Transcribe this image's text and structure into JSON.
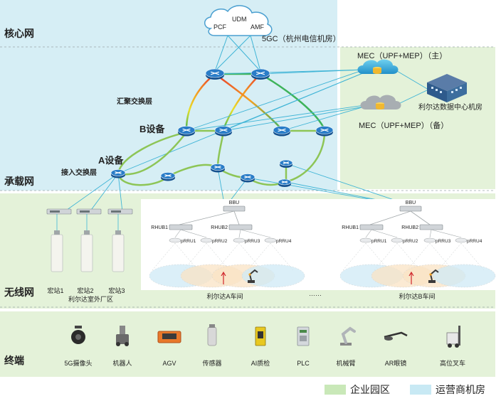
{
  "layers": {
    "core": "核心网",
    "transport": "承载网",
    "wireless": "无线网",
    "terminal": "终端"
  },
  "core": {
    "cloud": {
      "udm": "UDM",
      "pcf": "PCF",
      "amf": "AMF"
    },
    "caption": "5GC（杭州电信机房）"
  },
  "transport": {
    "aggregation": "汇聚交换层",
    "b_device": "B设备",
    "a_device": "A设备",
    "access": "接入交换层"
  },
  "mec": {
    "primary": "MEC（UPF+MEP）（主）",
    "backup": "MEC（UPF+MEP）（备）",
    "datacenter": "利尔达数据中心机房"
  },
  "wireless": {
    "sites": [
      "宏站1",
      "宏站2",
      "宏站3"
    ],
    "outdoor": "利尔达室外厂区",
    "ellipsis": "……",
    "workshops": [
      {
        "bbu": "BBU",
        "rhub": [
          "RHUB1",
          "RHUB2"
        ],
        "prru": [
          "pRRU1",
          "pRRU2",
          "pRRU3",
          "pRRU4"
        ],
        "name": "利尔达A车间"
      },
      {
        "bbu": "BBU",
        "rhub": [
          "RHUB1",
          "RHUB2"
        ],
        "prru": [
          "pRRU1",
          "pRRU2",
          "pRRU3",
          "pRRU4"
        ],
        "name": "利尔达B车间"
      }
    ]
  },
  "terminals": [
    "5G摄像头",
    "机器人",
    "AGV",
    "传感器",
    "AI质检",
    "PLC",
    "机械臂",
    "AR眼镜",
    "高位叉车"
  ],
  "legend": {
    "enterprise": "企业园区",
    "operator": "运营商机房"
  },
  "colors": {
    "operator": "#d6eef5",
    "enterprise": "#e4f2d9",
    "legend_enterprise": "#c9e8b8",
    "legend_operator": "#c8e9f4",
    "router": "#1f6fb8",
    "green_link": "#8dc556",
    "blue_link": "#3fb4d6"
  }
}
